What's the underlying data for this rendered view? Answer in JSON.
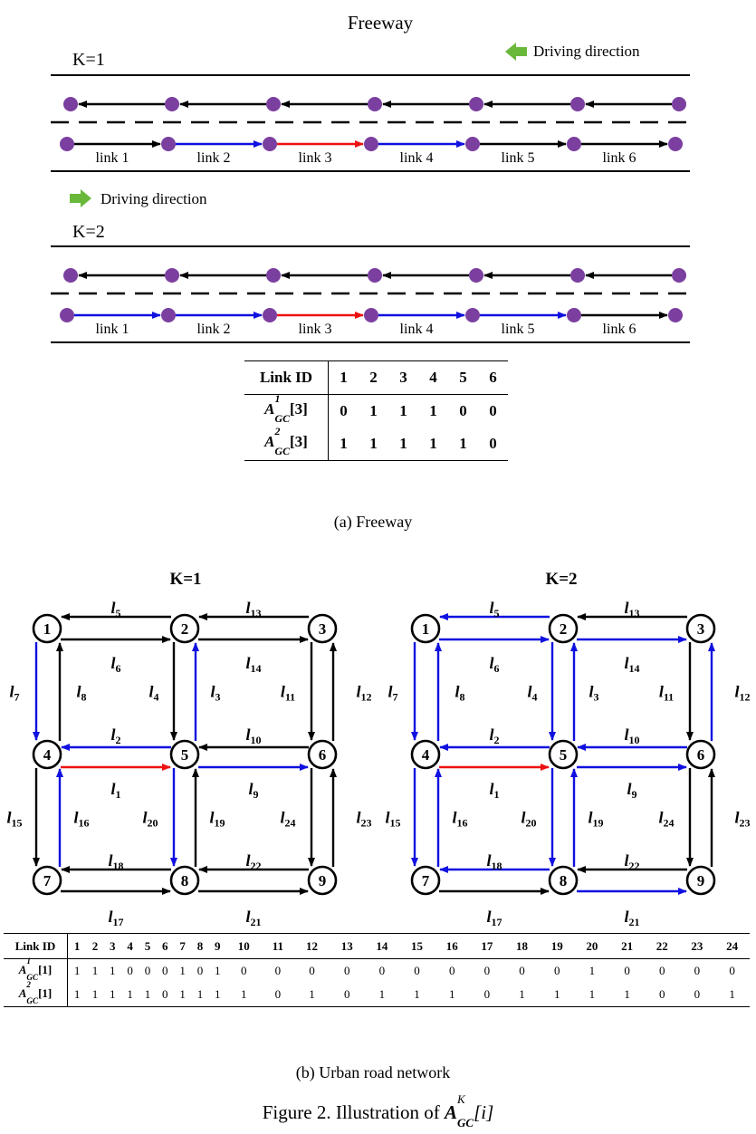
{
  "freeway": {
    "title": "Freeway",
    "legend_left": "Driving direction",
    "legend_right": "Driving direction",
    "k1_label": "K=1",
    "k2_label": "K=2",
    "link_labels": [
      "link 1",
      "link 2",
      "link 3",
      "link 4",
      "link 5",
      "link 6"
    ],
    "k1_link_colors": [
      "black",
      "blue",
      "red",
      "blue",
      "black",
      "black"
    ],
    "k2_link_colors": [
      "blue",
      "blue",
      "red",
      "blue",
      "blue",
      "black"
    ],
    "caption": "(a) Freeway",
    "table": {
      "header_label": "Link ID",
      "ids": [
        "1",
        "2",
        "3",
        "4",
        "5",
        "6"
      ],
      "row1_label": "A",
      "row1_sub": "GC",
      "row1_sup": "1",
      "row1_arg": "[3]",
      "row1": [
        "0",
        "1",
        "1",
        "1",
        "0",
        "0"
      ],
      "row2_label": "A",
      "row2_sub": "GC",
      "row2_sup": "2",
      "row2_arg": "[3]",
      "row2": [
        "1",
        "1",
        "1",
        "1",
        "1",
        "0"
      ]
    }
  },
  "urban": {
    "k1_title": "K=1",
    "k2_title": "K=2",
    "node_labels": [
      "1",
      "2",
      "3",
      "4",
      "5",
      "6",
      "7",
      "8",
      "9"
    ],
    "link_letter": "l",
    "link_numbers": [
      "1",
      "2",
      "3",
      "4",
      "5",
      "6",
      "7",
      "8",
      "9",
      "10",
      "11",
      "12",
      "13",
      "14",
      "15",
      "16",
      "17",
      "18",
      "19",
      "20",
      "21",
      "22",
      "23",
      "24"
    ],
    "k1_blue_links": [
      2,
      3,
      7,
      9,
      16,
      20
    ],
    "k1_red_links": [
      1
    ],
    "k2_blue_links": [
      2,
      3,
      4,
      5,
      6,
      7,
      8,
      9,
      10,
      12,
      14,
      15,
      16,
      18,
      19,
      20,
      21
    ],
    "k2_red_links": [
      1
    ],
    "caption": "(b) Urban road network",
    "table": {
      "header_label": "Link ID",
      "ids": [
        "1",
        "2",
        "3",
        "4",
        "5",
        "6",
        "7",
        "8",
        "9",
        "10",
        "11",
        "12",
        "13",
        "14",
        "15",
        "16",
        "17",
        "18",
        "19",
        "20",
        "21",
        "22",
        "23",
        "24"
      ],
      "row1_label": "A",
      "row1_sub": "GC",
      "row1_sup": "1",
      "row1_arg": "[1]",
      "row1": [
        "1",
        "1",
        "1",
        "0",
        "0",
        "0",
        "1",
        "0",
        "1",
        "0",
        "0",
        "0",
        "0",
        "0",
        "0",
        "0",
        "0",
        "0",
        "0",
        "1",
        "0",
        "0",
        "0",
        "0"
      ],
      "row2_label": "A",
      "row2_sub": "GC",
      "row2_sup": "2",
      "row2_arg": "[1]",
      "row2": [
        "1",
        "1",
        "1",
        "1",
        "1",
        "0",
        "1",
        "1",
        "1",
        "1",
        "0",
        "1",
        "0",
        "1",
        "1",
        "1",
        "0",
        "1",
        "1",
        "1",
        "1",
        "0",
        "0",
        "1"
      ]
    }
  },
  "figure_caption": {
    "prefix": "Figure 2. Illustration of ",
    "symbol": "A",
    "sub": "GC",
    "sup": "K",
    "arg": "[i]"
  },
  "colors": {
    "node_fill": "#7b3fa0",
    "blue": "#1010e0",
    "red": "#ee1111",
    "green_arrow": "#6ab83a"
  }
}
